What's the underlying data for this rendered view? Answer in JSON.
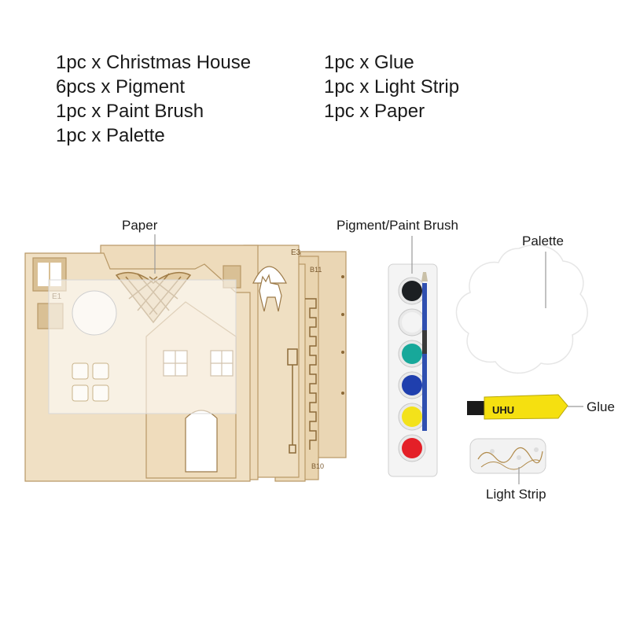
{
  "contents_list": {
    "left_column": [
      "1pc x Christmas House",
      "6pcs x Pigment",
      "1pc x Paint Brush",
      "1pc x Palette"
    ],
    "right_column": [
      "1pc x Glue",
      "1pc x Light Strip",
      "1pc x Paper"
    ]
  },
  "callouts": {
    "paper": "Paper",
    "pigment_brush": "Pigment/Paint Brush",
    "palette": "Palette",
    "glue": "Glue",
    "light_strip": "Light Strip"
  },
  "panel_codes": {
    "e1": "E1",
    "e3": "E3",
    "b11": "B11",
    "b10": "B10"
  },
  "glue_brand": "UHU",
  "pigment_colors": [
    "#1c1f22",
    "#f4f4f4",
    "#17a89a",
    "#1f3fae",
    "#f3e21a",
    "#e41f27"
  ],
  "wood_color": "#ecd9b8",
  "glue_tube_color": "#f5e010"
}
